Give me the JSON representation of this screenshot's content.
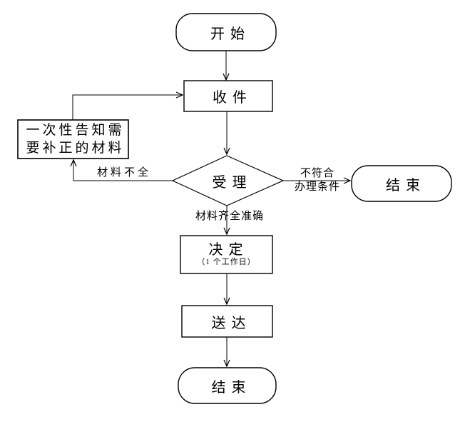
{
  "diagram": {
    "title_hint": "administrative-approval-flowchart",
    "background_color": "#ffffff",
    "line_color": "#000000",
    "nodes": {
      "start": {
        "type": "terminator",
        "label": "开始"
      },
      "receive": {
        "type": "process",
        "label": "收件"
      },
      "notify": {
        "type": "process",
        "lines": [
          "一次性告知需",
          "要补正的材料"
        ]
      },
      "accept": {
        "type": "decision",
        "label": "受理"
      },
      "end_right": {
        "type": "terminator",
        "label": "结束"
      },
      "decide": {
        "type": "process",
        "label": "决定",
        "sublabel": "（1 个工作日）"
      },
      "deliver": {
        "type": "process",
        "label": "送达"
      },
      "end_bottom": {
        "type": "terminator",
        "label": "结束"
      }
    },
    "edge_labels": {
      "materials_incomplete": "材料不全",
      "not_meet_line1": "不符合",
      "not_meet_line2": "办理条件",
      "materials_complete": "材料齐全准确"
    }
  }
}
